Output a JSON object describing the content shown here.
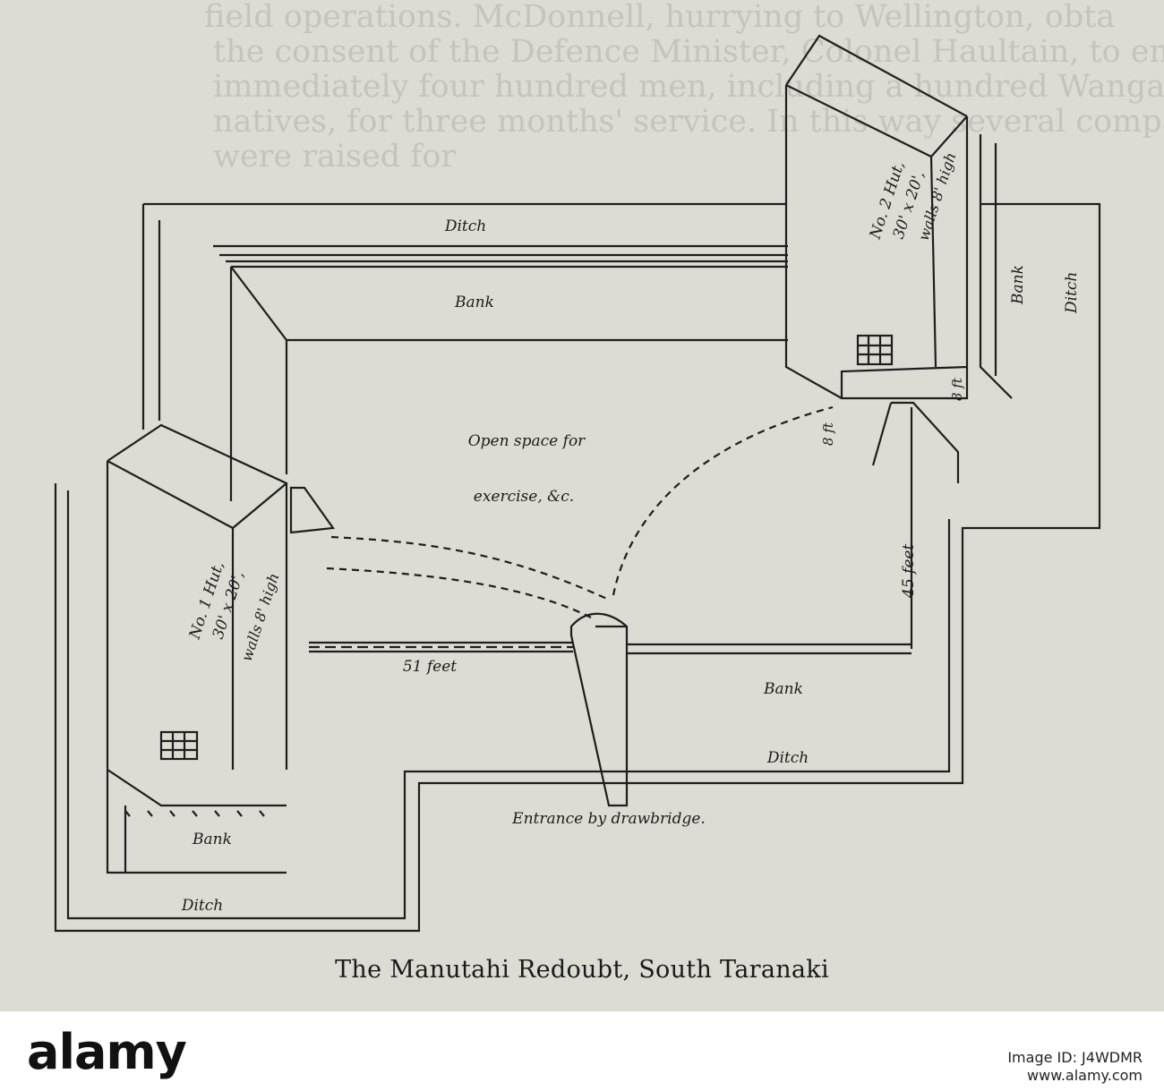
{
  "background_text": [
    "field operations. McDonnell, hurrying to Wellington, obta",
    "the consent of the Defence Minister, Colonel Haultain, to enlist",
    "immediately four hundred men, including a hundred Wanganui",
    "natives, for three months' service. In this way several companies",
    "were raised for"
  ],
  "figure": {
    "caption": "The Manutahi Redoubt, South Taranaki",
    "labels": {
      "ditch_top": "Ditch",
      "bank_top": "Bank",
      "open_space_1": "Open space for",
      "open_space_2": "exercise, &c.",
      "hut2_1": "No. 2 Hut,",
      "hut2_2": "30' x 20',",
      "hut2_3": "walls 8' high",
      "bank_right": "Bank",
      "ditch_right": "Ditch",
      "hut1_1": "No. 1 Hut,",
      "hut1_2": "30' x 20',",
      "hut1_3": "walls 8' high",
      "dim_51": "51 feet",
      "dim_45": "45 feet",
      "dim_8a": "8 ft",
      "dim_8b": "8 ft",
      "bank_bottom": "Bank",
      "ditch_bottom": "Ditch",
      "entrance": "Entrance by drawbridge.",
      "bank_left": "Bank",
      "ditch_left": "Ditch"
    }
  },
  "footer": {
    "brand": "alamy",
    "image_id_label": "Image ID: J4WDMR",
    "site": "www.alamy.com"
  }
}
